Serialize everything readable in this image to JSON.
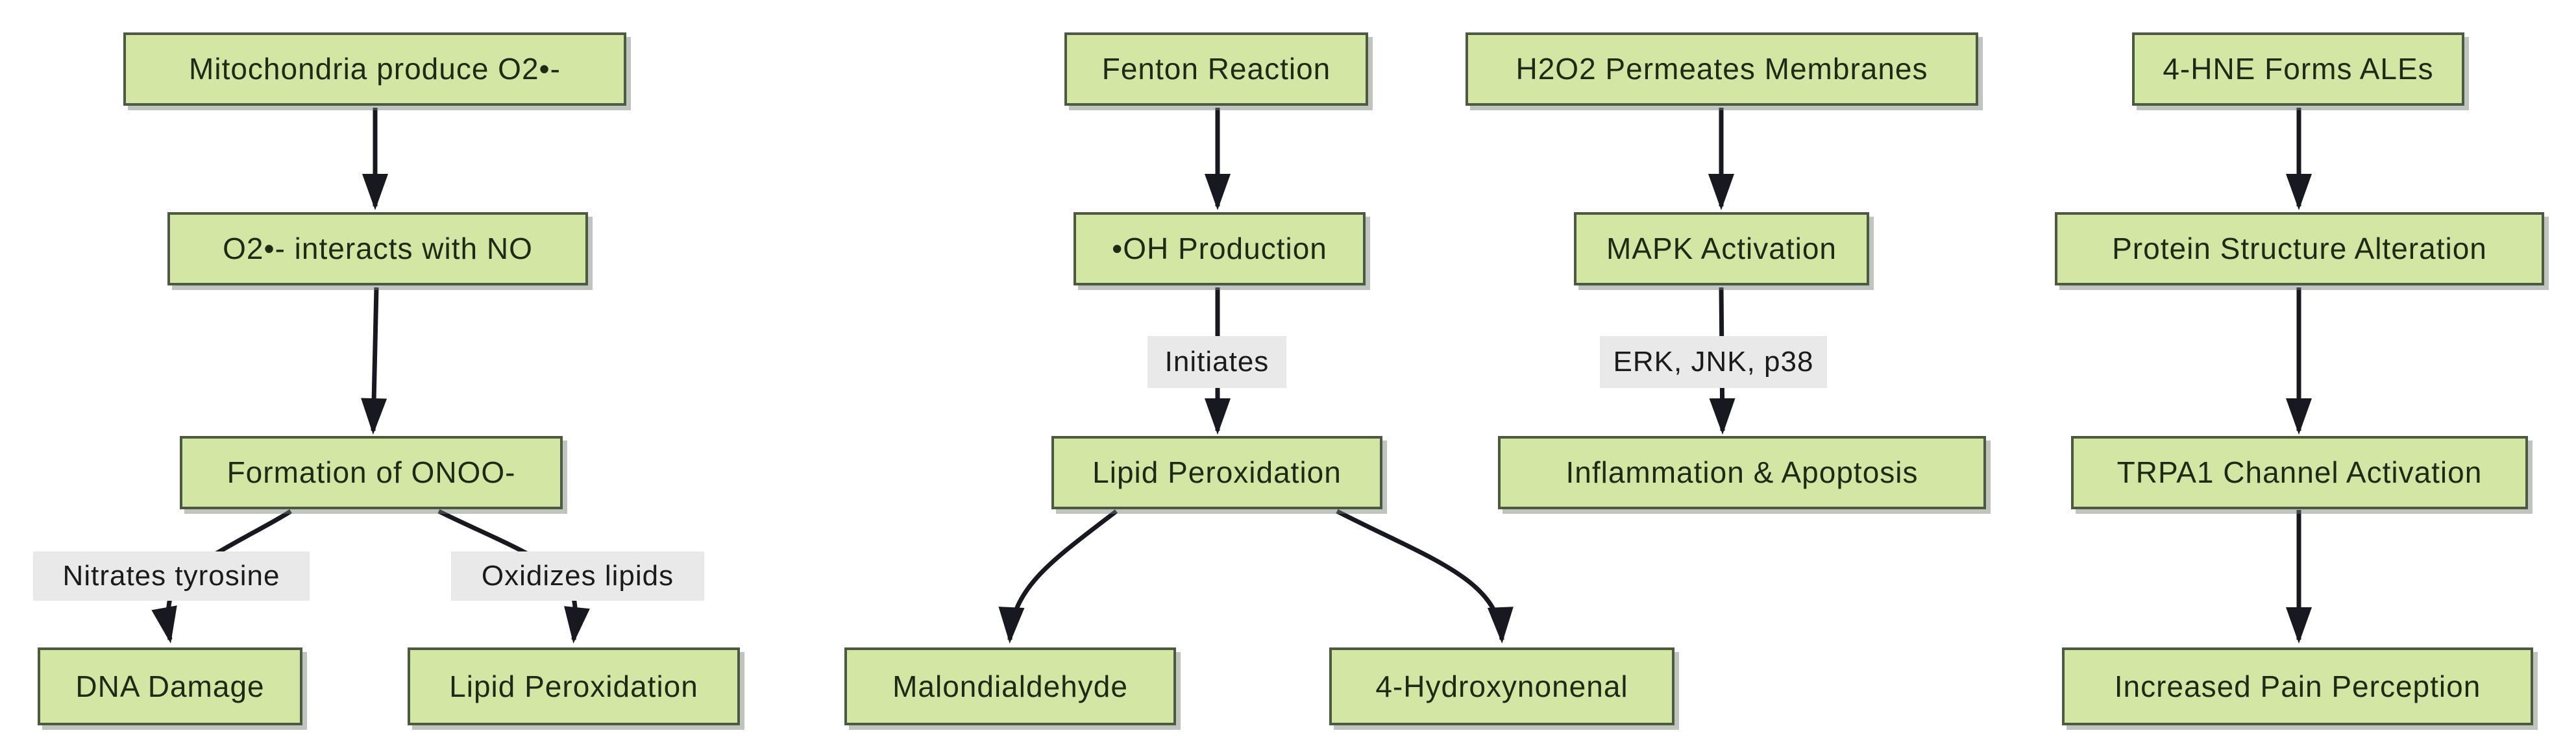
{
  "diagram": {
    "type": "flowchart",
    "colors": {
      "background": "#ffffff",
      "node_fill": "#d3e6a3",
      "node_border": "#4d5a42",
      "node_text": "#1f2a14",
      "edge_color": "#181820",
      "edge_label_bg": "#e9e9e9",
      "edge_label_text": "#1b1b1b"
    },
    "nodes": [
      {
        "id": "mitochondria",
        "label": "Mitochondria produce O2•-"
      },
      {
        "id": "o2-interacts-no",
        "label": "O2•- interacts with NO"
      },
      {
        "id": "formation-onoo",
        "label": "Formation of ONOO-"
      },
      {
        "id": "dna-damage",
        "label": "DNA Damage"
      },
      {
        "id": "lipid-peroxidation-left",
        "label": "Lipid Peroxidation"
      },
      {
        "id": "fenton-reaction",
        "label": "Fenton Reaction"
      },
      {
        "id": "oh-production",
        "label": "•OH Production"
      },
      {
        "id": "lipid-peroxidation-mid",
        "label": "Lipid Peroxidation"
      },
      {
        "id": "malondialdehyde",
        "label": "Malondialdehyde"
      },
      {
        "id": "hydroxynonenal",
        "label": "4-Hydroxynonenal"
      },
      {
        "id": "h2o2-permeates",
        "label": "H2O2 Permeates Membranes"
      },
      {
        "id": "mapk-activation",
        "label": "MAPK Activation"
      },
      {
        "id": "inflammation-apoptosis",
        "label": "Inflammation & Apoptosis"
      },
      {
        "id": "hne-forms-ales",
        "label": "4-HNE Forms ALEs"
      },
      {
        "id": "protein-structure",
        "label": "Protein Structure Alteration"
      },
      {
        "id": "trpa1-activation",
        "label": "TRPA1 Channel Activation"
      },
      {
        "id": "pain-perception",
        "label": "Increased Pain Perception"
      }
    ],
    "edges": [
      {
        "from": "mitochondria",
        "to": "o2-interacts-no"
      },
      {
        "from": "o2-interacts-no",
        "to": "formation-onoo"
      },
      {
        "from": "formation-onoo",
        "to": "dna-damage",
        "label": "Nitrates tyrosine"
      },
      {
        "from": "formation-onoo",
        "to": "lipid-peroxidation-left",
        "label": "Oxidizes lipids"
      },
      {
        "from": "fenton-reaction",
        "to": "oh-production"
      },
      {
        "from": "oh-production",
        "to": "lipid-peroxidation-mid",
        "label": "Initiates"
      },
      {
        "from": "lipid-peroxidation-mid",
        "to": "malondialdehyde"
      },
      {
        "from": "lipid-peroxidation-mid",
        "to": "hydroxynonenal"
      },
      {
        "from": "h2o2-permeates",
        "to": "mapk-activation"
      },
      {
        "from": "mapk-activation",
        "to": "inflammation-apoptosis",
        "label": "ERK, JNK, p38"
      },
      {
        "from": "hne-forms-ales",
        "to": "protein-structure"
      },
      {
        "from": "protein-structure",
        "to": "trpa1-activation"
      },
      {
        "from": "trpa1-activation",
        "to": "pain-perception"
      }
    ]
  }
}
